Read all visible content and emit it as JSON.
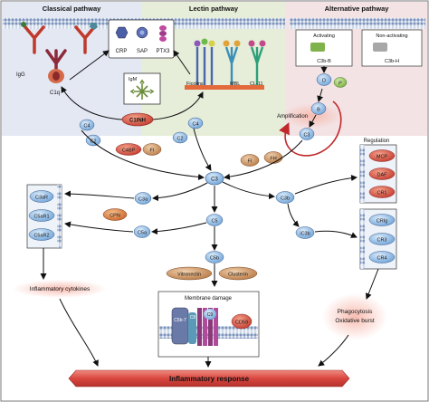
{
  "panels": {
    "classical": "Classical pathway",
    "lectin": "Lectin pathway",
    "alternative": "Alternative pathway"
  },
  "labels": {
    "crp": "CRP",
    "sap": "SAP",
    "ptx3": "PTX3",
    "igm": "IgM",
    "igg": "IgG",
    "c1q": "C1q",
    "ficolins": "Ficolins",
    "mbl": "MBL",
    "cl11": "CL-11",
    "c1inh": "C1INH",
    "c4": "C4",
    "c2": "C2",
    "c4bp": "C4BP",
    "fi": "FI",
    "fh": "FH",
    "activating": "Activating",
    "non_activating": "Non-activating",
    "c3bb": "C3b-B",
    "c3bh": "C3b-H",
    "d": "D",
    "p": "P",
    "b": "B",
    "c3": "C3",
    "amplification": "Amplification",
    "regulation": "Regulation",
    "mcp": "MCP",
    "daf": "DAF",
    "cr1": "CR1",
    "crig": "CRIg",
    "cr3": "CR3",
    "cr4": "CR4",
    "c3ar": "C3aR",
    "c5ar1": "C5aR1",
    "c5ar2": "C5aR2",
    "cpn": "CPN",
    "c3a": "C3a",
    "c5a": "C5a",
    "c5": "C5",
    "c5b": "C5b",
    "c3b": "C3b",
    "ic3b": "iC3b",
    "vitronectin": "Vitronectin",
    "clusterin": "Clusterin",
    "membrane_damage": "Membrane damage",
    "c5b7": "C5b-7",
    "c8": "C8",
    "c9": "C9",
    "cd59": "CD59",
    "inflammatory_cytokines": "Inflammatory cytokines",
    "phagocytosis": "Phagocytosis",
    "oxidative_burst": "Oxidative burst",
    "inflammatory_response": "Inflammatory response"
  },
  "colors": {
    "classical_bg": "#e3e8f3",
    "lectin_bg": "#e4ecd6",
    "alternative_bg": "#f2e0e2",
    "membrane": "#8ea3c8",
    "blue_node": "#9fc4ea",
    "orange_node": "#e08a4d",
    "red_node": "#d85c4a",
    "green_node": "#a6cf70",
    "tan_node": "#d9a372",
    "inflammatory_bar": "#d9534f",
    "glow": "#f4b8b0"
  }
}
